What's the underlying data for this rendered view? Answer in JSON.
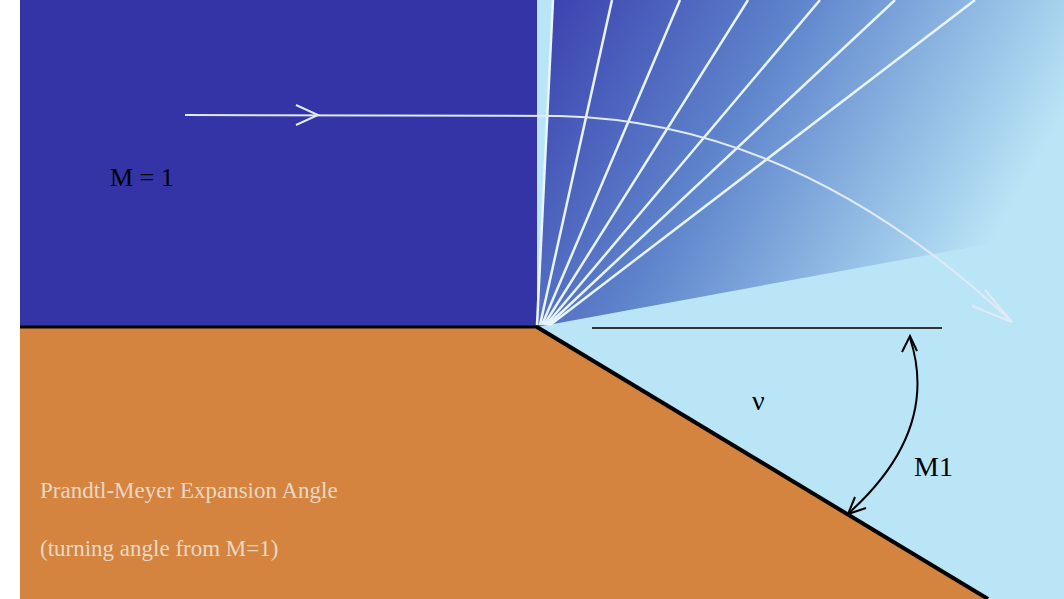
{
  "diagram": {
    "labels": [
      "M = 1",
      "ν",
      "M1",
      "Prandtl-Meyer Expansion Angle",
      "(turning angle from M=1)"
    ]
  }
}
